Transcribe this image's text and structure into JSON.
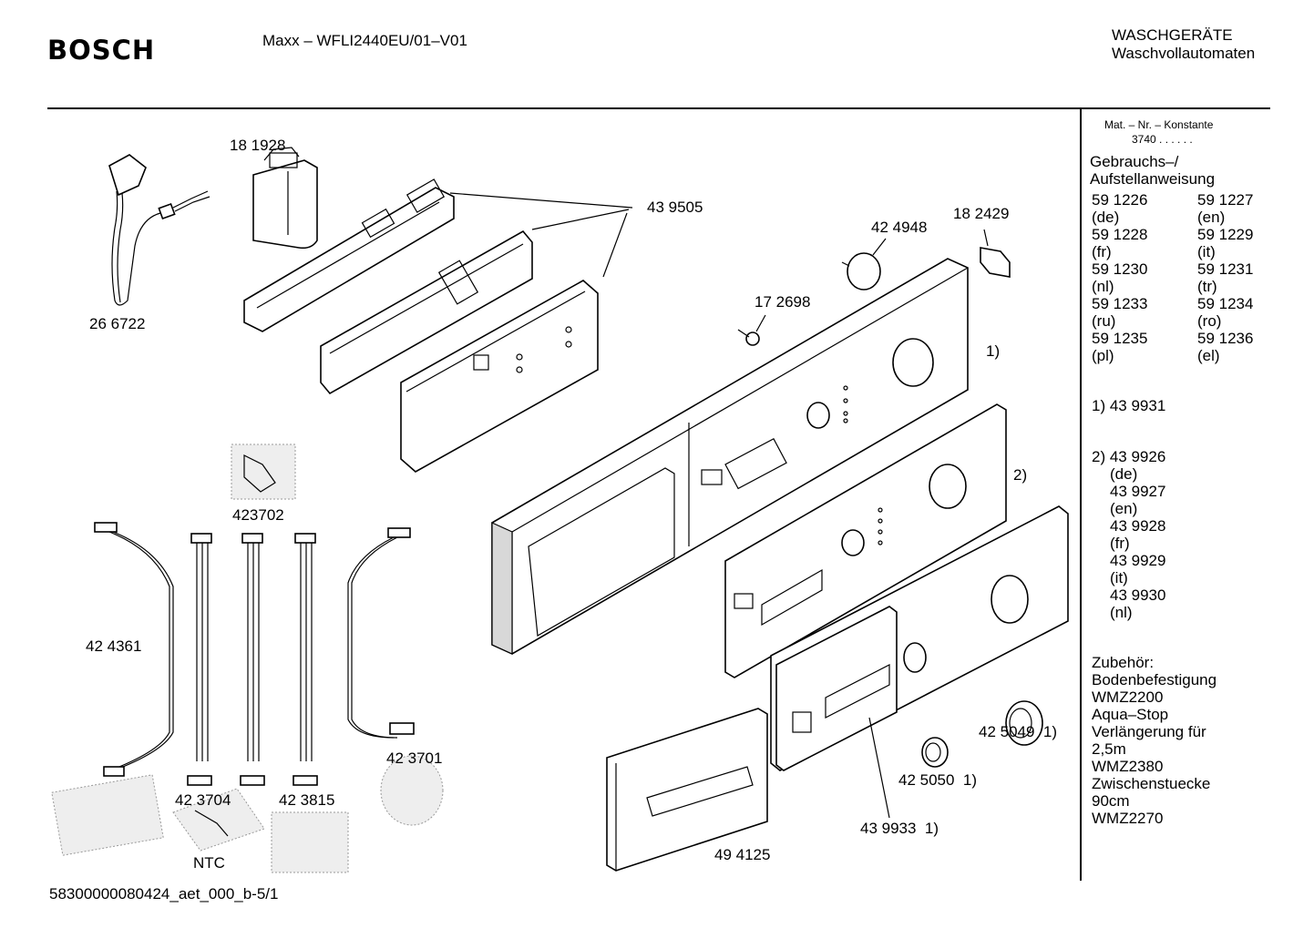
{
  "header": {
    "brand": "BOSCH",
    "model": "Maxx – WFLI2440EU/01–V01",
    "category_line1": "WASCHGERÄTE",
    "category_line2": "Waschvollautomaten"
  },
  "footer": {
    "doc_id": "58300000080424_aet_000_b-5/1"
  },
  "sidebar": {
    "mat_nr_label": "Mat. – Nr. – Konstante",
    "mat_nr_value": "3740 . .  .  .  .  .",
    "manual_heading_1": "Gebrauchs–/",
    "manual_heading_2": "Aufstellanweisung",
    "manuals": [
      {
        "number": "59 1226",
        "lang": "(de)"
      },
      {
        "number": "59 1227",
        "lang": "(en)"
      },
      {
        "number": "59 1228",
        "lang": "(fr)"
      },
      {
        "number": "59 1229",
        "lang": "(it)"
      },
      {
        "number": "59 1230",
        "lang": "(nl)"
      },
      {
        "number": "59 1231",
        "lang": "(tr)"
      },
      {
        "number": "59 1233",
        "lang": "(ru)"
      },
      {
        "number": "59 1234",
        "lang": "(ro)"
      },
      {
        "number": "59 1235",
        "lang": "(pl)"
      },
      {
        "number": "59 1236",
        "lang": "(el)"
      }
    ],
    "note1": "1)  43 9931",
    "note2_head": "2)  43 9926",
    "note2_items": [
      "(de)",
      "43 9927",
      "(en)",
      "43 9928",
      "(fr)",
      "43 9929",
      "(it)",
      "43 9930",
      "(nl)"
    ],
    "accessories": [
      "Zubehör:",
      "Bodenbefestigung",
      "WMZ2200",
      "Aqua–Stop",
      "Verlängerung für",
      "2,5m",
      "WMZ2380",
      "Zwischenstuecke",
      "90cm",
      "WMZ2270"
    ]
  },
  "parts": {
    "p181928": "18 1928",
    "p439505": "43 9505",
    "p266722": "26 6722",
    "p424948": "42 4948",
    "p182429": "18 2429",
    "p172698": "17 2698",
    "ref1": "1)",
    "ref2": "2)",
    "p423702": "423702",
    "p424361": "42 4361",
    "p423701": "42 3701",
    "p423704": "42 3704",
    "p423815": "42 3815",
    "ntc": "NTC",
    "p425049": "42 5049",
    "p425049_ref": "1)",
    "p425050": "42 5050",
    "p425050_ref": "1)",
    "p439933": "43 9933",
    "p439933_ref": "1)",
    "p494125": "49 4125"
  }
}
